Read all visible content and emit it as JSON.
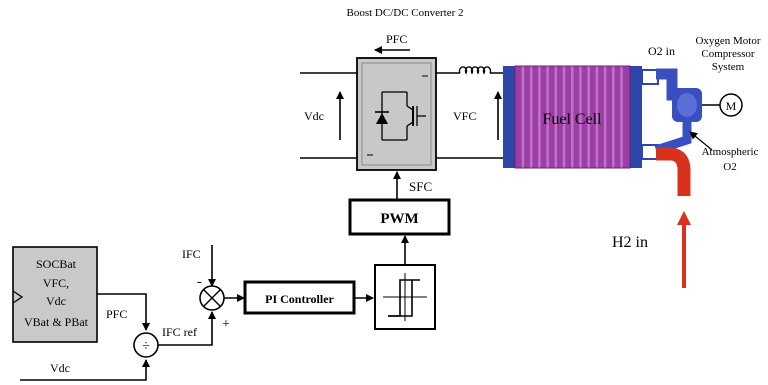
{
  "title": "Boost DC/DC Converter 2",
  "bus": {
    "v_dc": "Vdc",
    "p_fc": "PFC",
    "v_fc": "VFC",
    "s_fc": "SFC"
  },
  "fuel_cell": {
    "label": "Fuel Cell"
  },
  "air_system": {
    "o2_in": "O2 in",
    "system_label": [
      "Oxygen Motor",
      "Compressor",
      "System"
    ],
    "motor": "M",
    "atmospheric": [
      "Atmospheric",
      "O2"
    ]
  },
  "hydrogen": {
    "label": "H2 in"
  },
  "pwm": {
    "label": "PWM"
  },
  "pi_controller": {
    "label": "PI Controller"
  },
  "signals": {
    "i_fc": "IFC",
    "i_fc_ref": "IFC ref",
    "p_fc": "PFC",
    "v_dc": "Vdc",
    "minus": "-",
    "plus": "+"
  },
  "soc_block": {
    "lines": [
      "SOCBat",
      "VFC,",
      "Vdc",
      "VBat & PBat"
    ]
  },
  "colors": {
    "fuel_cell": "#9b3fa4",
    "fuel_cell_stripe": "#c56fcc",
    "end_plate": "#2d46a8",
    "air_pipe": "#3a4fbf",
    "hydrogen_pipe": "#d8321e",
    "converter_fill": "#c8c8c8",
    "soc_fill": "#c9c9c9"
  }
}
